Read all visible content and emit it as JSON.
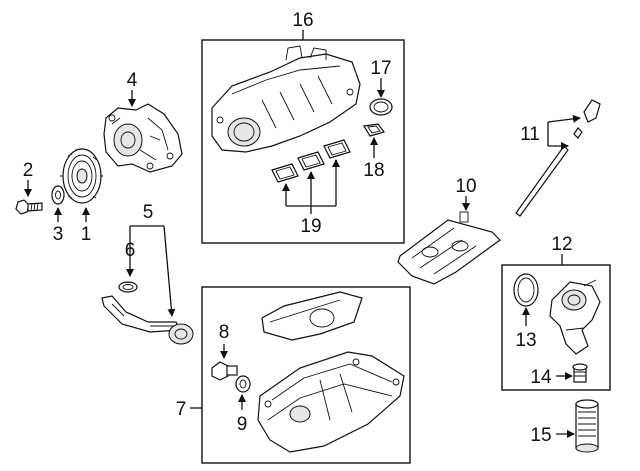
{
  "callouts": {
    "c1": "1",
    "c2": "2",
    "c3": "3",
    "c4": "4",
    "c5": "5",
    "c6": "6",
    "c7": "7",
    "c8": "8",
    "c9": "9",
    "c10": "10",
    "c11": "11",
    "c12": "12",
    "c13": "13",
    "c14": "14",
    "c15": "15",
    "c16": "16",
    "c17": "17",
    "c18": "18",
    "c19": "19"
  }
}
